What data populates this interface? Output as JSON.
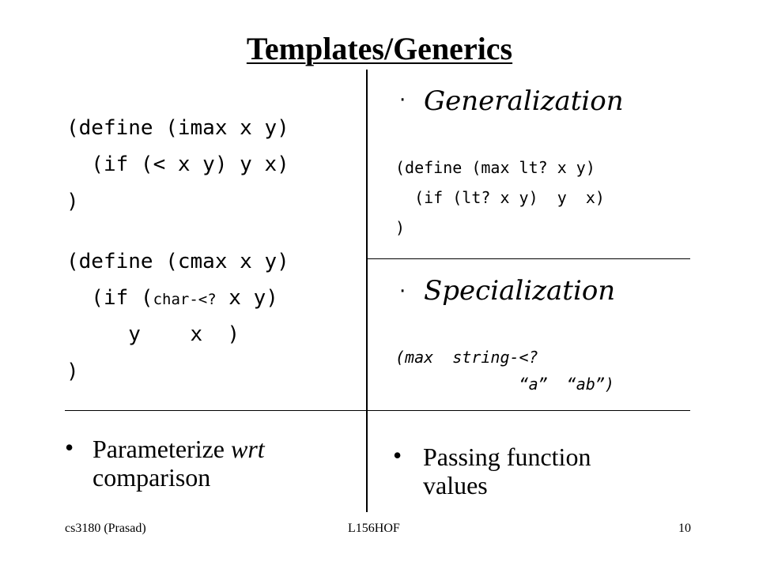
{
  "title": "Templates/Generics",
  "left": {
    "imax": [
      "(define (imax x y)",
      "  (if (< x y) y x)",
      ")"
    ],
    "cmax_1": "(define (cmax x y)",
    "cmax_2_a": "  (if (",
    "cmax_2_b": "char-<?",
    "cmax_2_c": " x y)",
    "cmax_3": "     y    x  )",
    "cmax_4": ")",
    "bullet_text_1": "Parameterize ",
    "bullet_text_wrt": "wrt",
    "bullet_text_2": "comparison"
  },
  "right": {
    "heading1": "Generalization",
    "max_code": [
      "(define (max lt? x y)",
      "  (if (lt? x y)  y  x)",
      ")"
    ],
    "heading2": "Specialization",
    "spec_code": [
      "(max  string-<?",
      "             “a”  “ab”)"
    ],
    "bullet_text_1": "Passing function",
    "bullet_text_2": "values"
  },
  "footer": {
    "left": "cs3180 (Prasad)",
    "center": "L156HOF",
    "right": "10"
  },
  "bullet_glyph": "•",
  "small_bullet_glyph": "·"
}
